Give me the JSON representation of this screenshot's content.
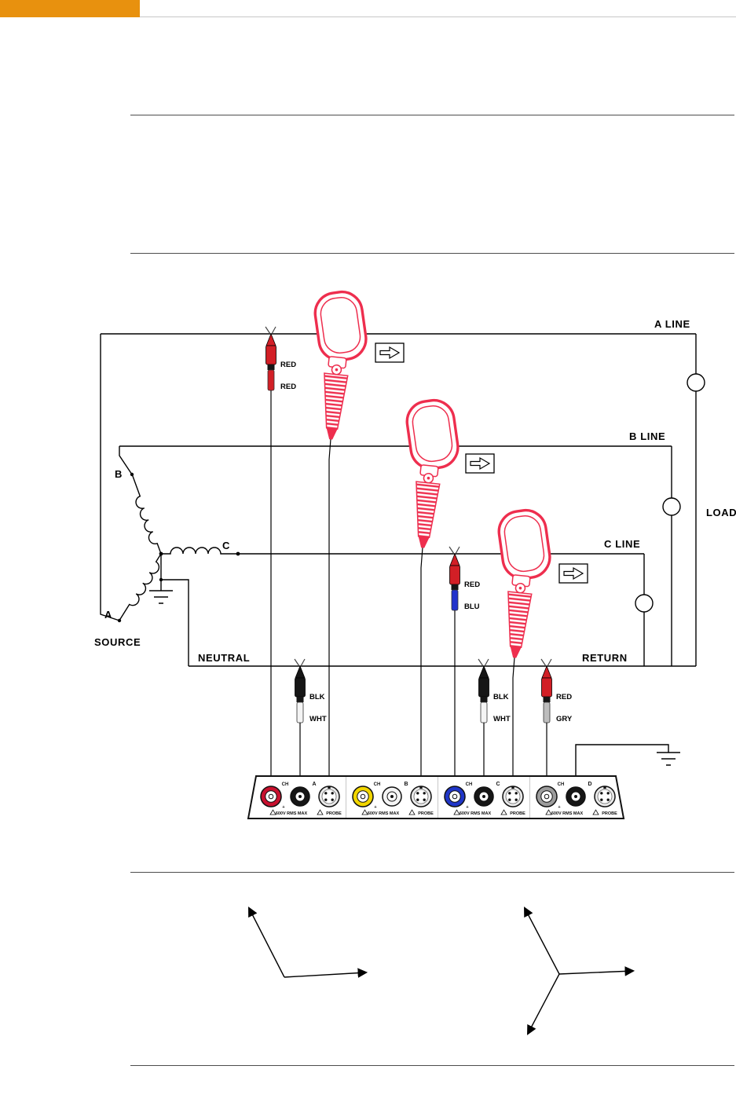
{
  "page": {
    "accent_bar_color": "#E8910E"
  },
  "wiring_diagram": {
    "line_labels": {
      "a_line": "A LINE",
      "b_line": "B LINE",
      "c_line": "C LINE",
      "neutral": "NEUTRAL",
      "return": "RETURN"
    },
    "load_label": "LOAD",
    "source": {
      "label": "SOURCE",
      "phase_a": "A",
      "phase_b": "B",
      "phase_c": "C"
    },
    "clamp_color": "#EE2E4E",
    "voltage_probes": {
      "line_a": {
        "clip_label": "RED",
        "lead_label": "RED",
        "clip_color": "#D21F26",
        "lead_color": "#D21F26"
      },
      "line_c": {
        "clip_label": "RED",
        "lead_label": "BLU",
        "clip_color": "#D21F26",
        "lead_color": "#2233CC"
      },
      "neutral_a": {
        "clip_label": "BLK",
        "lead_label": "WHT",
        "clip_color": "#161616",
        "lead_color": "#F4F4F4"
      },
      "neutral_c": {
        "clip_label": "BLK",
        "lead_label": "WHT",
        "clip_color": "#161616",
        "lead_color": "#F4F4F4"
      },
      "return_d": {
        "clip_label": "RED",
        "lead_label": "GRY",
        "clip_color": "#D21F26",
        "lead_color": "#BDBDBD"
      }
    },
    "input_panel": {
      "channels": [
        {
          "ch_label": "CH",
          "letter": "A",
          "plus": "+",
          "rating": "600V RMS MAX",
          "probe_label": "PROBE",
          "jack_color": "#C8102E",
          "neg_jack_color": "#161616"
        },
        {
          "ch_label": "CH",
          "letter": "B",
          "plus": "+",
          "rating": "600V RMS MAX",
          "probe_label": "PROBE",
          "jack_color": "#F2D600",
          "neg_jack_color": "#F4F4F4"
        },
        {
          "ch_label": "CH",
          "letter": "C",
          "plus": "+",
          "rating": "600V RMS MAX",
          "probe_label": "PROBE",
          "jack_color": "#2036C8",
          "neg_jack_color": "#161616"
        },
        {
          "ch_label": "CH",
          "letter": "D",
          "plus": "+",
          "rating": "600V RMS MAX",
          "probe_label": "PROBE",
          "jack_color": "#9C9C9C",
          "neg_jack_color": "#161616"
        }
      ]
    }
  },
  "phasor_diagrams": {
    "left": {
      "vector_angles_deg": [
        117,
        3
      ]
    },
    "right": {
      "vector_angles_deg": [
        117,
        2,
        242
      ]
    }
  }
}
